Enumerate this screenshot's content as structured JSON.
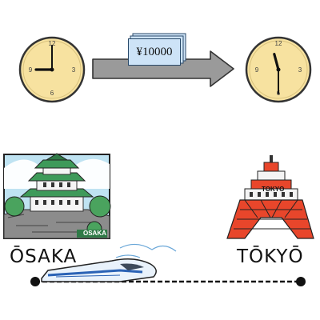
{
  "fare": "¥10000",
  "origin": {
    "label": "ŌSAKA",
    "badge": "OSAKA"
  },
  "destination": {
    "label": "TŌKYŌ",
    "badge": "TOKYO"
  },
  "clock_start": {
    "hour_hand_hour": 9,
    "minute_hand_minute": 0
  },
  "clock_end": {
    "hour_hand_hour": 11,
    "minute_hand_minute": 30
  },
  "icons": [
    "clock-icon",
    "right-arrow-icon",
    "banknote-icon",
    "osaka-castle-icon",
    "tokyo-tower-icon",
    "shinkansen-train-icon"
  ],
  "colors": {
    "clock_face": "#f7e2a0",
    "arrow": "#9a9a9a",
    "note": "#cde3f7",
    "tower_red": "#e8462b",
    "castle_green": "#3e9a5a"
  }
}
